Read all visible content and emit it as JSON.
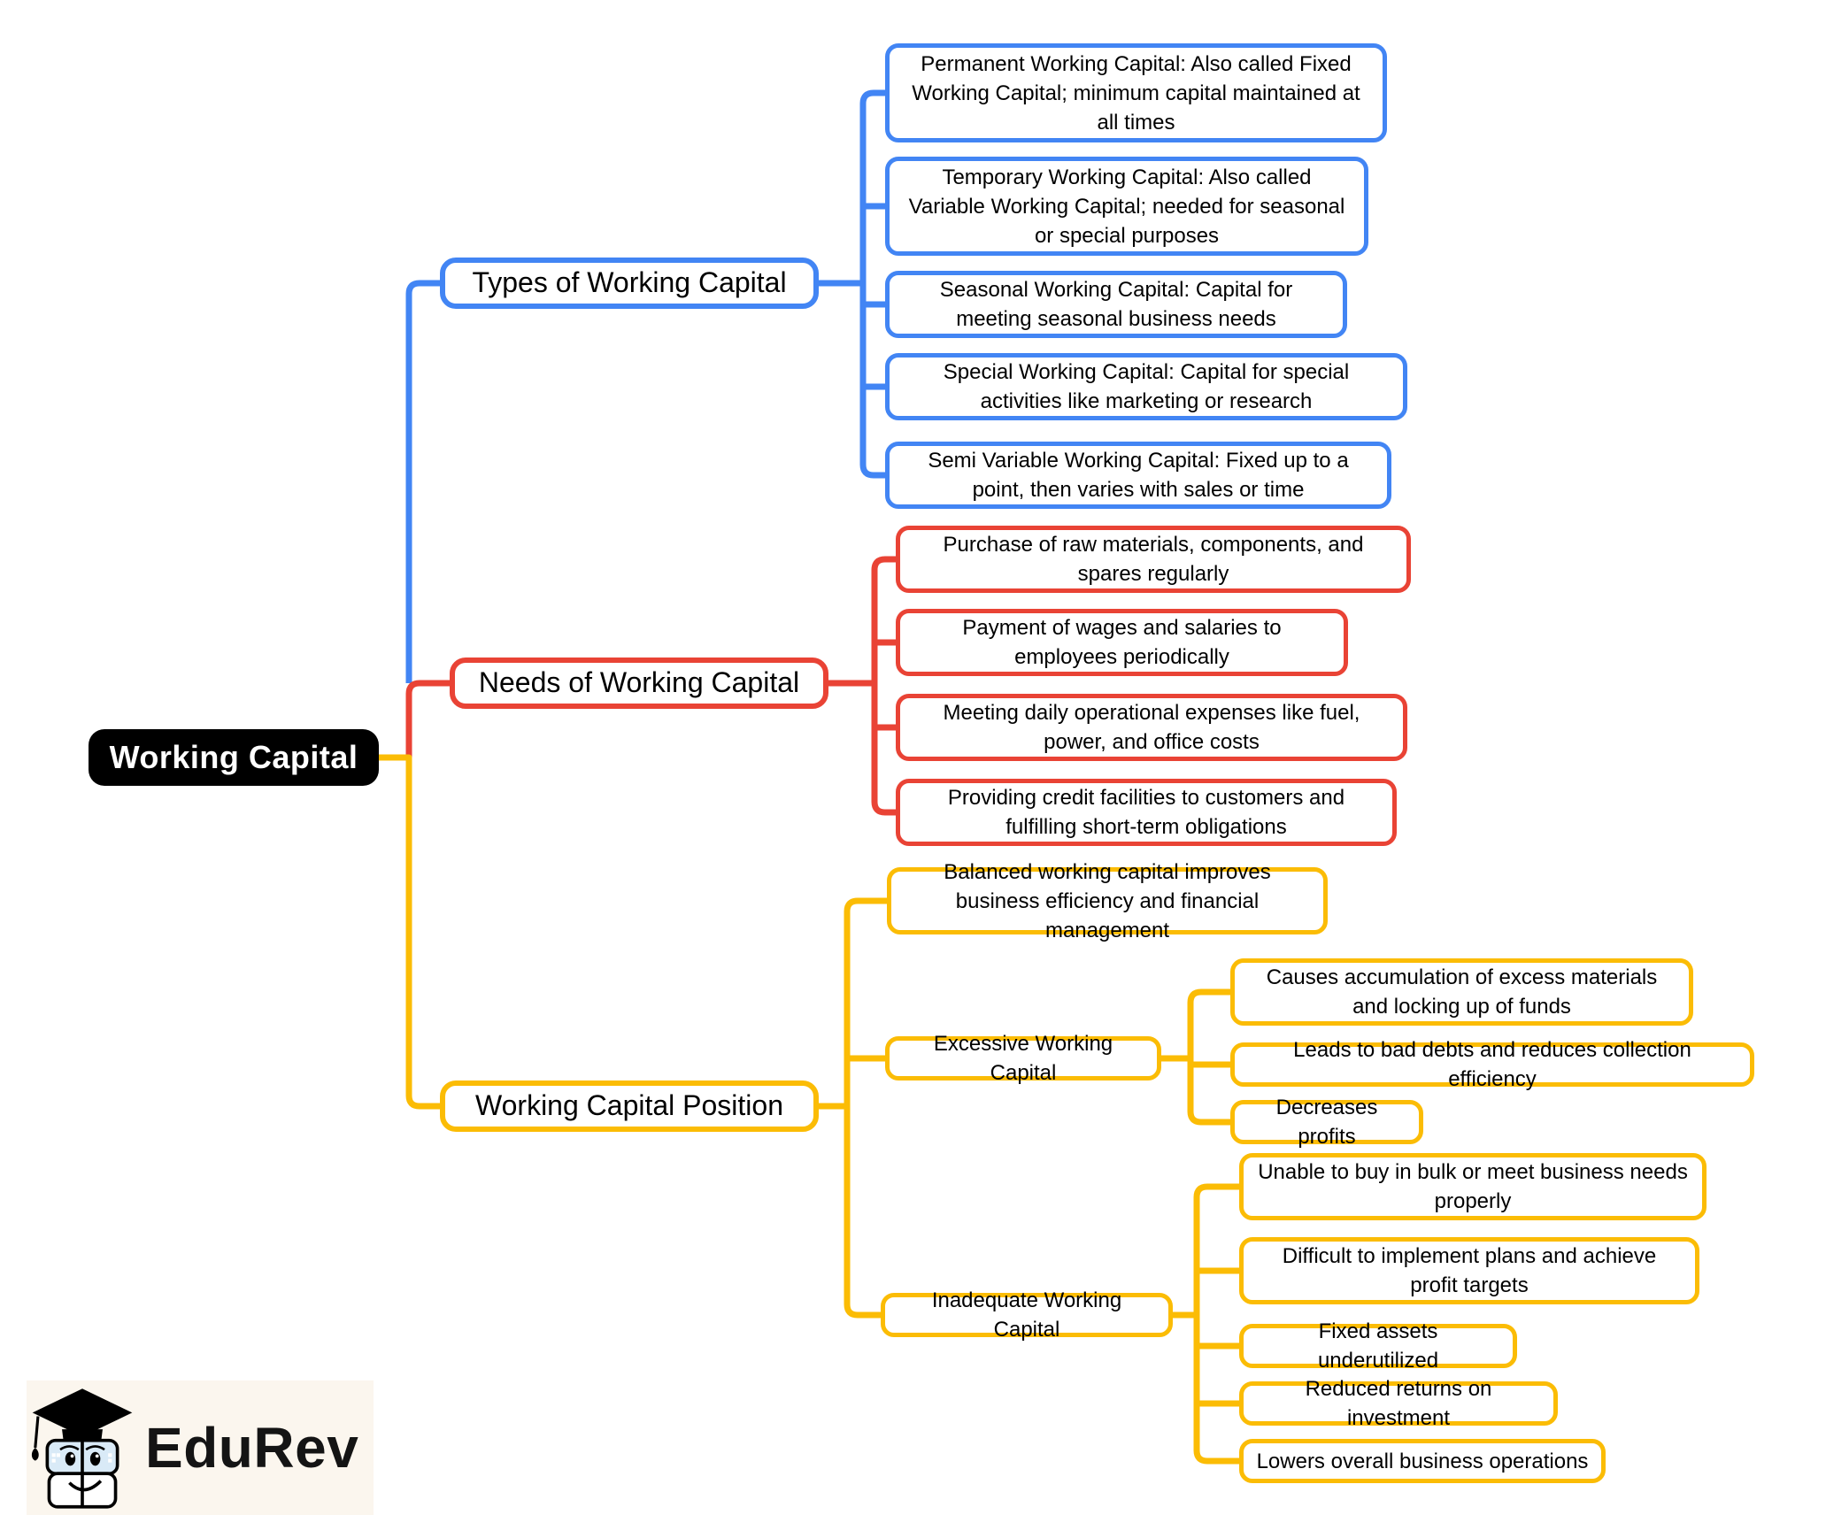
{
  "root": {
    "label": "Working Capital"
  },
  "branches": {
    "types": {
      "label": "Types of Working Capital",
      "color_name": "blue",
      "children": [
        "Permanent Working Capital: Also called Fixed Working Capital; minimum capital maintained at all times",
        "Temporary Working Capital: Also called Variable Working Capital; needed for seasonal or special purposes",
        "Seasonal Working Capital: Capital for meeting seasonal business needs",
        "Special Working Capital: Capital for special activities like marketing or research",
        "Semi Variable Working Capital: Fixed up to a point, then varies with sales or time"
      ]
    },
    "needs": {
      "label": "Needs of Working Capital",
      "color_name": "red",
      "children": [
        "Purchase of raw materials, components, and spares regularly",
        "Payment of wages and salaries to employees periodically",
        "Meeting daily operational expenses like fuel, power, and office costs",
        "Providing credit facilities to customers and fulfilling short-term obligations"
      ]
    },
    "position": {
      "label": "Working Capital Position",
      "color_name": "yellow",
      "children": [
        "Balanced working capital improves business efficiency and financial management"
      ],
      "subgroups": {
        "excessive": {
          "label": "Excessive Working Capital",
          "children": [
            "Causes accumulation of excess materials and locking up of funds",
            "Leads to bad debts and reduces collection efficiency",
            "Decreases profits"
          ]
        },
        "inadequate": {
          "label": "Inadequate Working Capital",
          "children": [
            "Unable to buy in bulk or meet business needs properly",
            "Difficult to implement plans and achieve profit targets",
            "Fixed assets underutilized",
            "Reduced returns on investment",
            "Lowers overall business operations"
          ]
        }
      }
    }
  },
  "logo": {
    "brand": "EduRev"
  },
  "colors": {
    "blue": "#4285F4",
    "red": "#E94335",
    "yellow": "#FBBC05",
    "root_bg": "#000000"
  }
}
